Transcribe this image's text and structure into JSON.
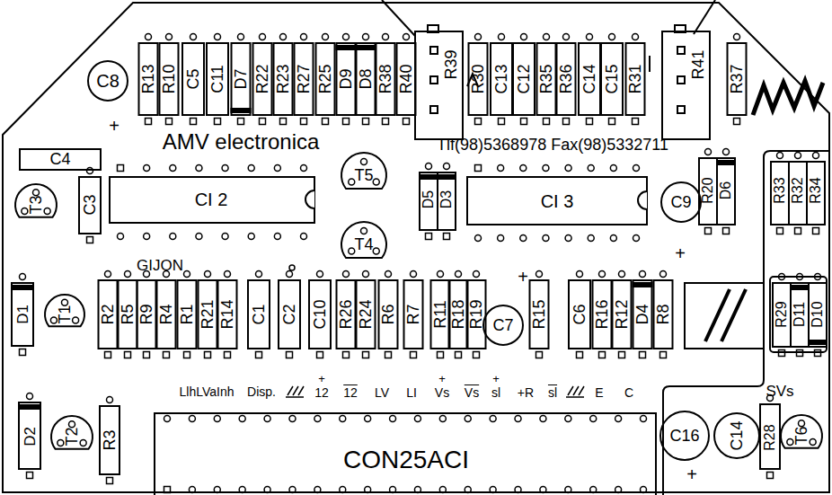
{
  "diagram": {
    "labels": [
      "C8",
      "R13",
      "R10",
      "C5",
      "C11",
      "D7",
      "R22",
      "R23",
      "R27",
      "R25",
      "D9",
      "D8",
      "R38",
      "R40",
      "R39",
      "R30",
      "C13",
      "C12",
      "R35",
      "R36",
      "C14",
      "C15",
      "R31",
      "R41",
      "R37",
      "+",
      "AMV electronica",
      "Tlf(98)5368978 Fax(98)5332711",
      "C4",
      "T3",
      "C3",
      "CI 2",
      "T5",
      "D5",
      "D3",
      "CI 3",
      "C9",
      "R20",
      "D6",
      "R33",
      "R32",
      "R34",
      "+",
      "T4",
      "GIJON",
      "+",
      "D1",
      "T1",
      "R2",
      "R5",
      "R9",
      "R4",
      "R1",
      "R21",
      "R14",
      "C1",
      "C2",
      "C10",
      "R26",
      "R24",
      "R6",
      "R7",
      "R11",
      "R18",
      "R19",
      "C7",
      "R15",
      "C6",
      "R16",
      "R12",
      "D4",
      "R8",
      "R29",
      "D11",
      "D10",
      "LlhLVaInh",
      "Disp.",
      "+",
      "12",
      "12",
      "LV",
      "LI",
      "+",
      "Vs",
      "Vs",
      "+",
      "sl",
      "+R",
      "sl",
      "E",
      "C",
      "SVs",
      "D2",
      "T2",
      "R3",
      "CON25ACI",
      "C16",
      "C14",
      "R28",
      "T6",
      "+"
    ]
  }
}
